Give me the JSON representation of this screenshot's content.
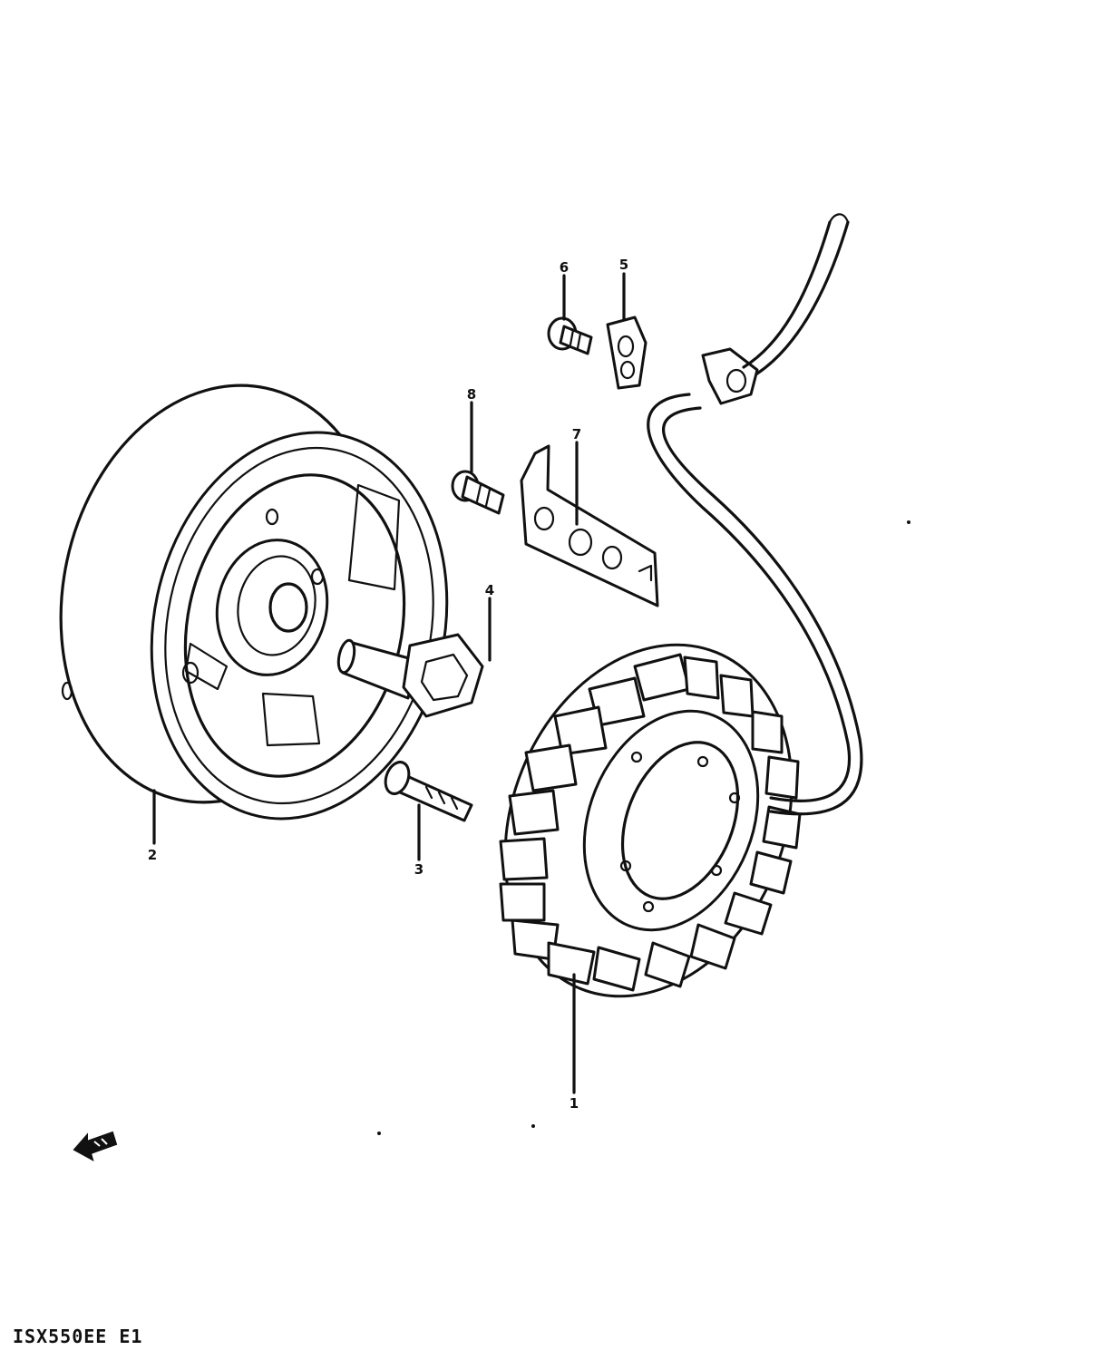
{
  "callouts": {
    "p1": "1",
    "p2": "2",
    "p3": "3",
    "p4": "4",
    "p5": "5",
    "p6": "6",
    "p7": "7",
    "p8": "8"
  },
  "footer": "ISX550EE E1",
  "icons": {
    "front_arrow": "front-direction-arrow-icon"
  }
}
